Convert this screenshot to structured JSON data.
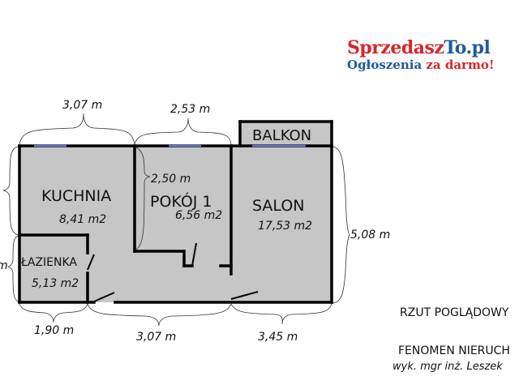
{
  "logo": {
    "brand_part1": "Sprzedasz",
    "brand_part2": "To.pl",
    "tagline_part1": "Ogłoszenia ",
    "tagline_part2": "za darmo!",
    "colors": {
      "red": "#d7262a",
      "blue": "#1f5c9a"
    }
  },
  "rooms": [
    {
      "name": "KUCHNIA",
      "area": "8,41 m2"
    },
    {
      "name": "POKÓJ 1",
      "area": "6,56 m2"
    },
    {
      "name": "SALON",
      "area": "17,53  m2"
    },
    {
      "name": "ŁAZIENKA",
      "area": "5,13 m2"
    },
    {
      "name": "BALKON"
    }
  ],
  "dimensions": {
    "top_kitchen": "3,07 m",
    "top_room1": "2,53 m",
    "room1_depth": "2,50 m",
    "right_salon": "5,08 m",
    "bottom_bathroom": "1,90 m",
    "bottom_middle": "3,07 m",
    "bottom_salon": "3,45 m",
    "left_bathroom": "m"
  },
  "notes": {
    "title": "RZUT POGLĄDOWY",
    "company": "FENOMEN NIERUCH",
    "author": "wyk. mgr inż. Leszek"
  },
  "colors": {
    "floor": "#c6c6c6",
    "wall": "#000000",
    "window": "#6a72c8"
  }
}
